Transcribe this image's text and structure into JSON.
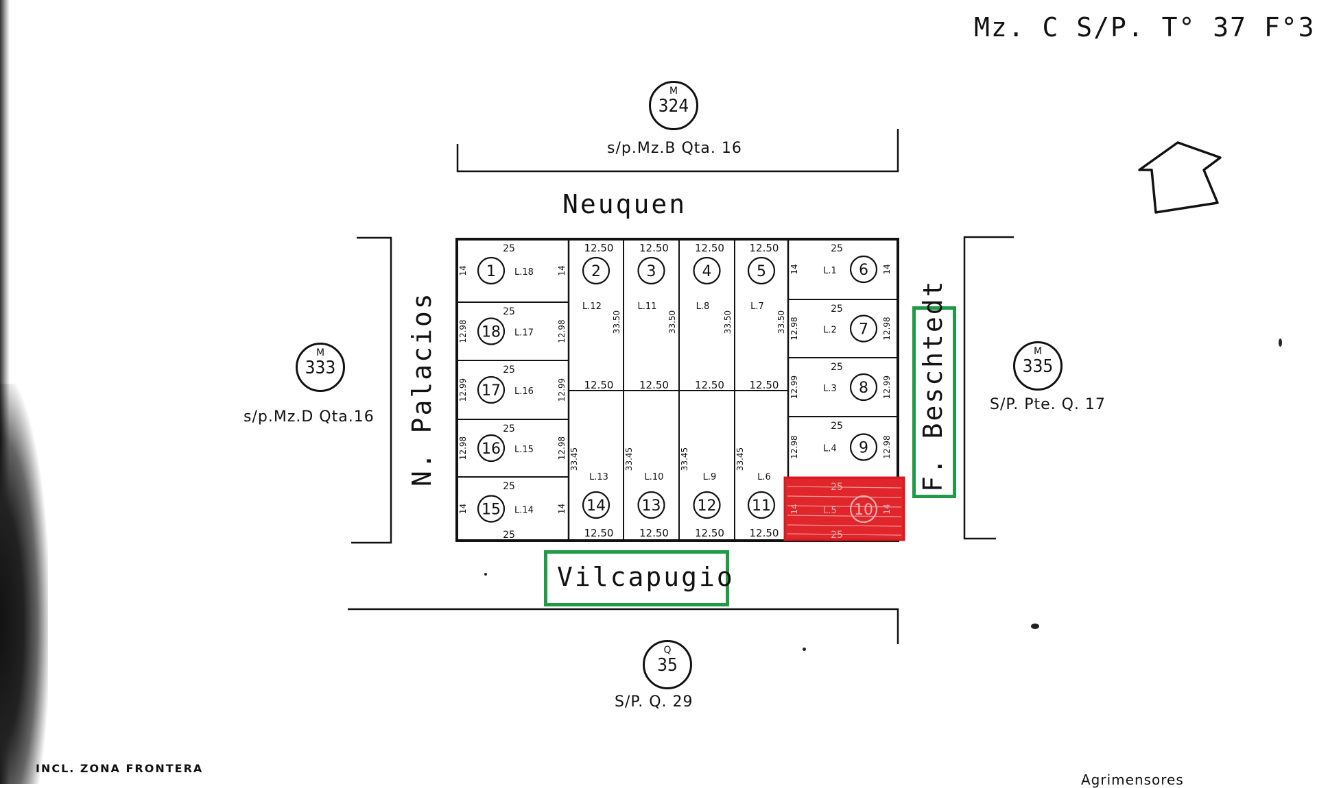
{
  "header": {
    "title": "Mz. C S/P. T° 37 F°3"
  },
  "streets": {
    "north": "Neuquen",
    "south": "Vilcapugio",
    "west": "N. Palacios",
    "east": "F. Beschtedt"
  },
  "neighbors": {
    "north": {
      "letter": "M",
      "number": "324",
      "ref": "s/p.Mz.B Qta. 16"
    },
    "west": {
      "letter": "M",
      "number": "333",
      "ref": "s/p.Mz.D Qta.16"
    },
    "east": {
      "letter": "M",
      "number": "335",
      "ref": "S/P. Pte. Q. 17"
    },
    "south": {
      "letter": "Q",
      "number": "35",
      "ref": "S/P. Q. 29"
    }
  },
  "footer": {
    "left_note": "INCL. ZONA FRONTERA",
    "right_note": "Agrimensores"
  },
  "colors": {
    "highlight_lot": "#e0262b",
    "street_box": "#1f9a45",
    "ink": "#111111"
  },
  "icons": [
    "north-arrow-icon"
  ],
  "lots_left": [
    {
      "num": "1",
      "lot": "L.18",
      "top_dim": "25",
      "side_left": "14",
      "side_right": "14"
    },
    {
      "num": "18",
      "lot": "L.17",
      "top_dim": "25",
      "side_left": "12.98",
      "side_right": "12.98"
    },
    {
      "num": "17",
      "lot": "L.16",
      "top_dim": "25",
      "side_left": "12.99",
      "side_right": "12.99"
    },
    {
      "num": "16",
      "lot": "L.15",
      "top_dim": "25",
      "side_left": "12.98",
      "side_right": "12.98"
    },
    {
      "num": "15",
      "lot": "L.14",
      "top_dim": "25",
      "side_left": "14",
      "side_right": "14",
      "bottom_dim": "25"
    }
  ],
  "lots_right": [
    {
      "num": "6",
      "lot": "L.1",
      "top_dim": "25",
      "side_left": "14",
      "side_right": "14"
    },
    {
      "num": "7",
      "lot": "L.2",
      "top_dim": "25",
      "side_left": "12.98",
      "side_right": "12.98"
    },
    {
      "num": "8",
      "lot": "L.3",
      "top_dim": "25",
      "side_left": "12.99",
      "side_right": "12.99"
    },
    {
      "num": "9",
      "lot": "L.4",
      "top_dim": "25",
      "side_left": "12.98",
      "side_right": "12.98"
    },
    {
      "num": "10",
      "lot": "L.5",
      "top_dim": "25",
      "side_left": "14",
      "side_right": "14",
      "bottom_dim": "25",
      "highlighted": true
    }
  ],
  "lots_top": [
    {
      "num": "2",
      "lot": "L.12",
      "width": "12.50",
      "depth": "33.50"
    },
    {
      "num": "3",
      "lot": "L.11",
      "width": "12.50",
      "depth": "33.50"
    },
    {
      "num": "4",
      "lot": "L.8",
      "width": "12.50",
      "depth": "33.50"
    },
    {
      "num": "5",
      "lot": "L.7",
      "width": "12.50",
      "depth": "33.50"
    }
  ],
  "lots_bottom": [
    {
      "num": "14",
      "lot": "L.13",
      "width": "12.50",
      "depth": "33.45"
    },
    {
      "num": "13",
      "lot": "L.10",
      "width": "12.50",
      "depth": "33.45"
    },
    {
      "num": "12",
      "lot": "L.9",
      "width": "12.50",
      "depth": "33.45"
    },
    {
      "num": "11",
      "lot": "L.6",
      "width": "12.50",
      "depth": "33.45"
    }
  ],
  "mid_dims": [
    "12.50",
    "12.50",
    "12.50",
    "12.50"
  ]
}
